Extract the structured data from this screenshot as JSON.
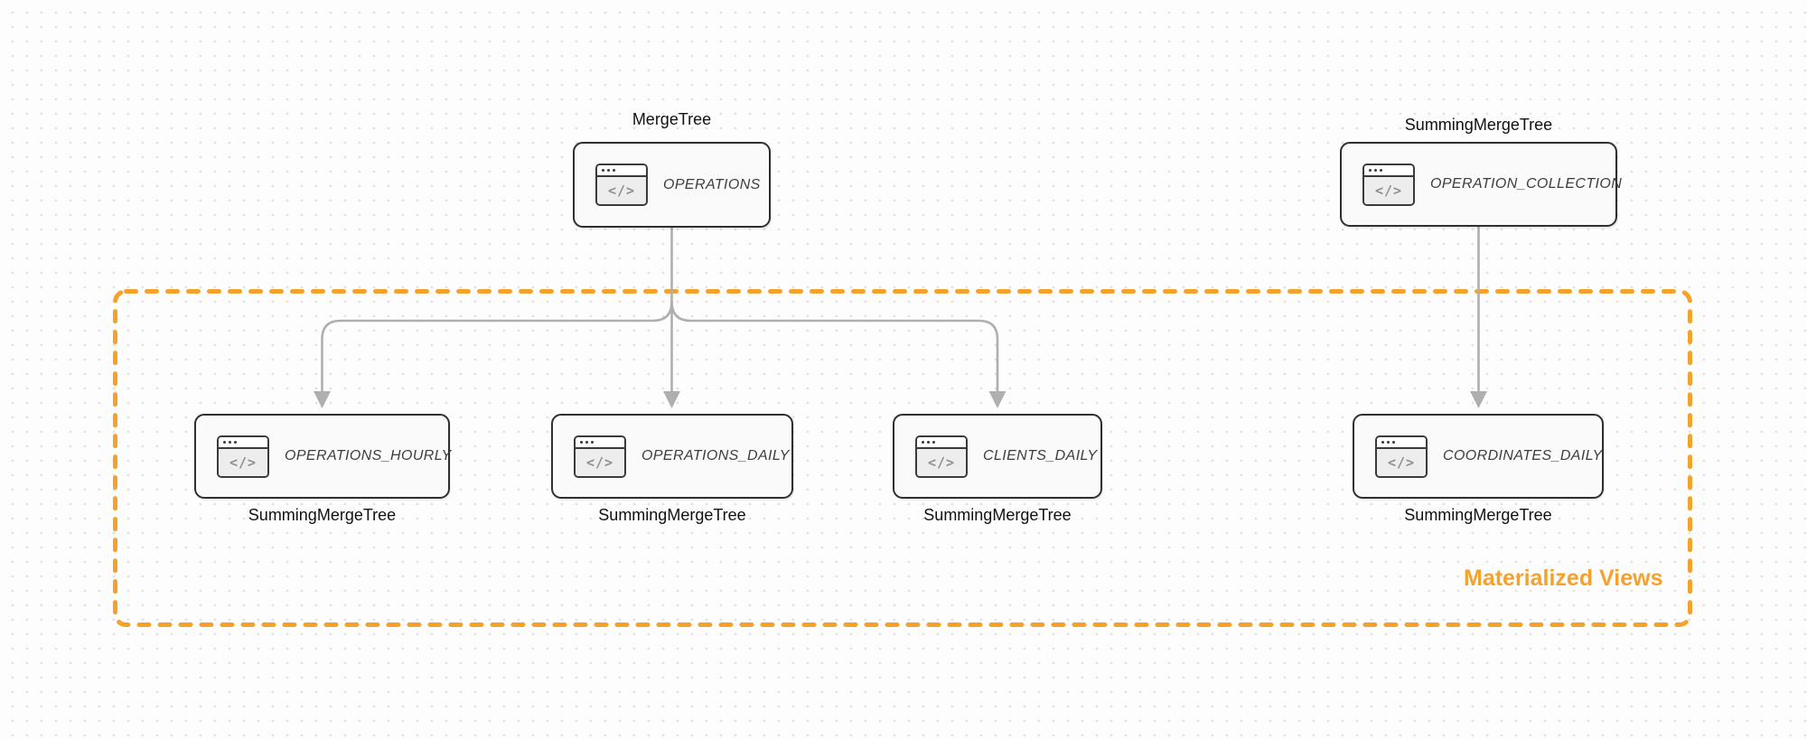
{
  "group": {
    "label": "Materialized Views"
  },
  "icon_glyph": "</>",
  "top_nodes": [
    {
      "engine": "MergeTree",
      "table": "OPERATIONS"
    },
    {
      "engine": "SummingMergeTree",
      "table": "OPERATION_COLLECTION"
    }
  ],
  "view_nodes": [
    {
      "table": "OPERATIONS_HOURLY",
      "engine": "SummingMergeTree"
    },
    {
      "table": "OPERATIONS_DAILY",
      "engine": "SummingMergeTree"
    },
    {
      "table": "CLIENTS_DAILY",
      "engine": "SummingMergeTree"
    },
    {
      "table": "COORDINATES_DAILY",
      "engine": "SummingMergeTree"
    }
  ],
  "colors": {
    "accent_orange": "#f5a22c",
    "connector_gray": "#afafaf",
    "node_border": "#2f2f2f",
    "node_fill": "#fafafa",
    "icon_glyph_gray": "#8e8e8e",
    "canvas_background": "#fdfdfd",
    "dot_grid": "#e0e0e0"
  }
}
